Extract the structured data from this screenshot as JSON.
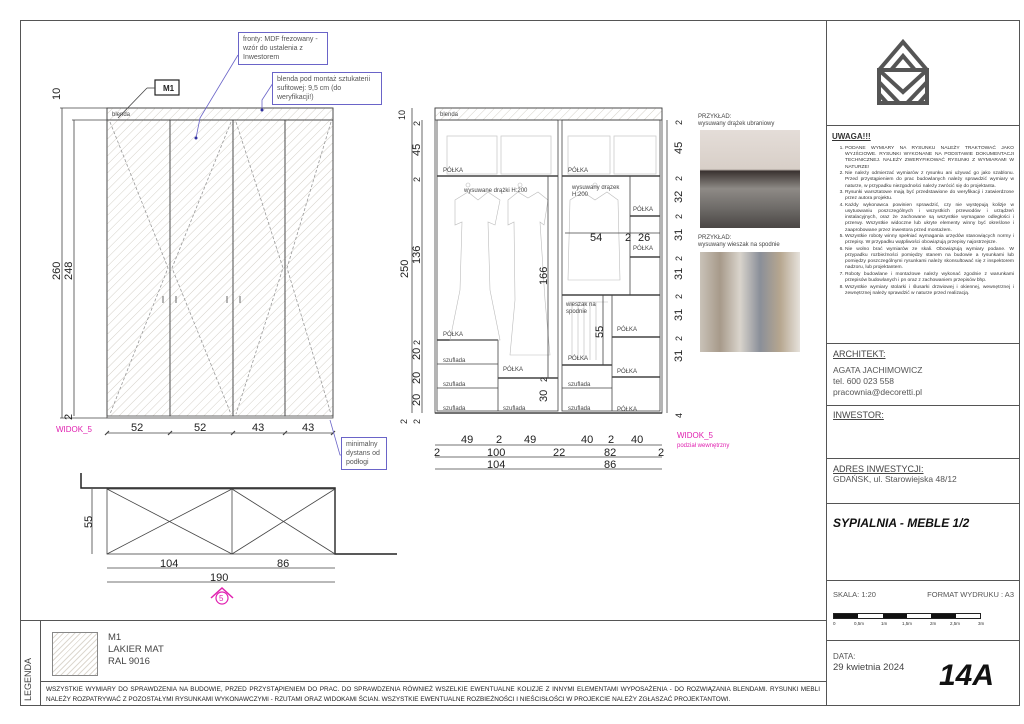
{
  "left_elevation": {
    "tag": "M1",
    "blenda": "blenda",
    "note_fronts": "fronty: MDF frezowany -wzór do ustalenia z Inwestorem",
    "note_blenda": "blenda pod montaż sztukaterii sufitowej: 9,5 cm (do weryfikacji!)",
    "note_floor": "minimalny dystans od podłogi",
    "view_label": "WIDOK_5",
    "dims_vertical": [
      "10",
      "260",
      "248",
      "2"
    ],
    "dims_horizontal": [
      "52",
      "52",
      "43",
      "43"
    ]
  },
  "plan_view": {
    "depth": "55",
    "widths": [
      "104",
      "86"
    ],
    "total": "190",
    "marker": "5"
  },
  "interior_elevation": {
    "blenda": "blenda",
    "view_label": "WIDOK_5",
    "view_sublabel": "podział wewnętrzny",
    "shelf": "PÓŁKA",
    "drawer": "szuflada",
    "rails_left": "wysuwane drążki H:200",
    "rail_right": "wysuwany drążek H:200",
    "trouser_rack": "wieszak na spodnie",
    "dims_left": [
      "10",
      "2",
      "45",
      "2",
      "136",
      "250",
      "2",
      "20",
      "20",
      "20",
      "2",
      "2"
    ],
    "dims_right": [
      "2",
      "45",
      "2",
      "32",
      "2",
      "31",
      "2",
      "31",
      "2",
      "31",
      "2",
      "31",
      "4"
    ],
    "dims_inner": [
      "54",
      "2",
      "26",
      "166",
      "55",
      "30",
      "2"
    ],
    "dims_row1": [
      "49",
      "2",
      "49",
      "40",
      "2",
      "40"
    ],
    "dims_row2": [
      "2",
      "100",
      "22",
      "82",
      "2"
    ],
    "dims_row3": [
      "104",
      "86"
    ]
  },
  "examples": [
    {
      "title": "PRZYKŁAD:",
      "caption": "wysuwany drążek ubraniowy"
    },
    {
      "title": "PRZYKŁAD:",
      "caption": "wysuwany wieszak na spodnie"
    }
  ],
  "legend": {
    "label": "LEGENDA",
    "material_code": "M1",
    "material_finish": "LAKIER MAT",
    "material_color": "RAL 9016",
    "footer_note": "WSZYSTKIE WYMIARY DO SPRAWDZENIA NA BUDOWIE, PRZED PRZYSTĄPIENIEM DO PRAC. DO SPRAWDZENIA RÓWNIEŻ WSZELKIE EWENTUALNE KOLIZJE Z INNYMI ELEMENTAMI WYPOSAŻENIA - DO ROZWIĄZANIA BLENDAMI. RYSUNKI MEBLI NALEŻY ROZPATRYWAĆ Z POZOSTAŁYMI RYSUNKAMI WYKONAWCZYMI - RZUTAMI ORAZ WIDOKAMI ŚCIAN. WSZYSTKIE EWENTUALNE ROZBIEŻNOŚCI I NIEŚCISŁOŚCI W PROJEKCIE NALEŻY ZGŁASZAĆ PROJEKTANTOWI."
  },
  "title_block": {
    "warning_title": "UWAGA!!!",
    "notes": [
      "PODANE WYMIARY NA RYSUNKU NALEŻY TRAKTOWAĆ JAKO WYJŚCIOWE. RYSUNKI WYKONANE NA PODSTAWIE DOKUMENTACJI TECHNICZNEJ. NALEŻY ZWERYFIKOWAĆ RYSUNKI Z WYMIARAMI W NATURZE!",
      "Nie należy odmierzać wymiarów z rysunku ani używać go jako szablonu. Przed przystąpieniem do prac budowlanych należy sprawdzić wymiary w naturze, w przypadku niezgodności należy zwrócić się do projektanta.",
      "Rysunki warsztatowe mają być przedstawione do weryfikacji i zatwierdzone przez autora projektu.",
      "Każdy wykonawca powinien sprawdzić, czy nie występują kolizje w usytuowaniu poszczególnych i wszystkich przewodów i urządzeń instalacyjnych, oraz że zachowane są wszystkie wymagane odległości i przerwy. Wszystkie widoczne lub ukryte elementy winny być określone i zaaprobowane przez inwestora przed montażem.",
      "Wszystkie roboty winny spełniać wymagania urzędów stanowiących normy i przepisy. W przypadku wątpliwości obowiązują przepisy najostrzejsze.",
      "Nie wolno brać wymiarów ze skali. Obowiązują wymiary podane. W przypadku rozbieżności pomiędzy stanem na budowie a rysunkami lub pomiędzy poszczególnymi rysunkami należy skonsultować się z inspektorem nadzoru, lub projektantem.",
      "Roboty budowlane i montażowe należy wykonać zgodnie z warunkami przepisów budowlanych i pn oraz z zachowaniem przepisów bhp.",
      "Wszystkie wymiary stolarki i ślusarki drzwiowej i okiennej, wewnętrznej i zewnętrznej należy sprawdzić w naturze przed realizacją."
    ],
    "architect_label": "ARCHITEKT:",
    "architect_name": "AGATA JACHIMOWICZ",
    "architect_phone": "tel. 600 023 558",
    "architect_email": "pracownia@decoretti.pl",
    "investor_label": "INWESTOR:",
    "address_label": "ADRES INWESTYCJI:",
    "address": "GDAŃSK, ul. Starowiejska 48/12",
    "sheet_title": "SYPIALNIA - MEBLE 1/2",
    "scale": "SKALA: 1:20",
    "print_format": "FORMAT WYDRUKU : A3",
    "scale_bar_ticks": [
      "0",
      "0,5m",
      "1m",
      "1,5m",
      "2m",
      "2,5m",
      "3m"
    ],
    "date_label": "DATA:",
    "date": "29 kwietnia 2024",
    "sheet_number": "14A"
  },
  "colors": {
    "line": "#333333",
    "accent_magenta": "#e020b0",
    "note_border": "#6a64c8"
  }
}
